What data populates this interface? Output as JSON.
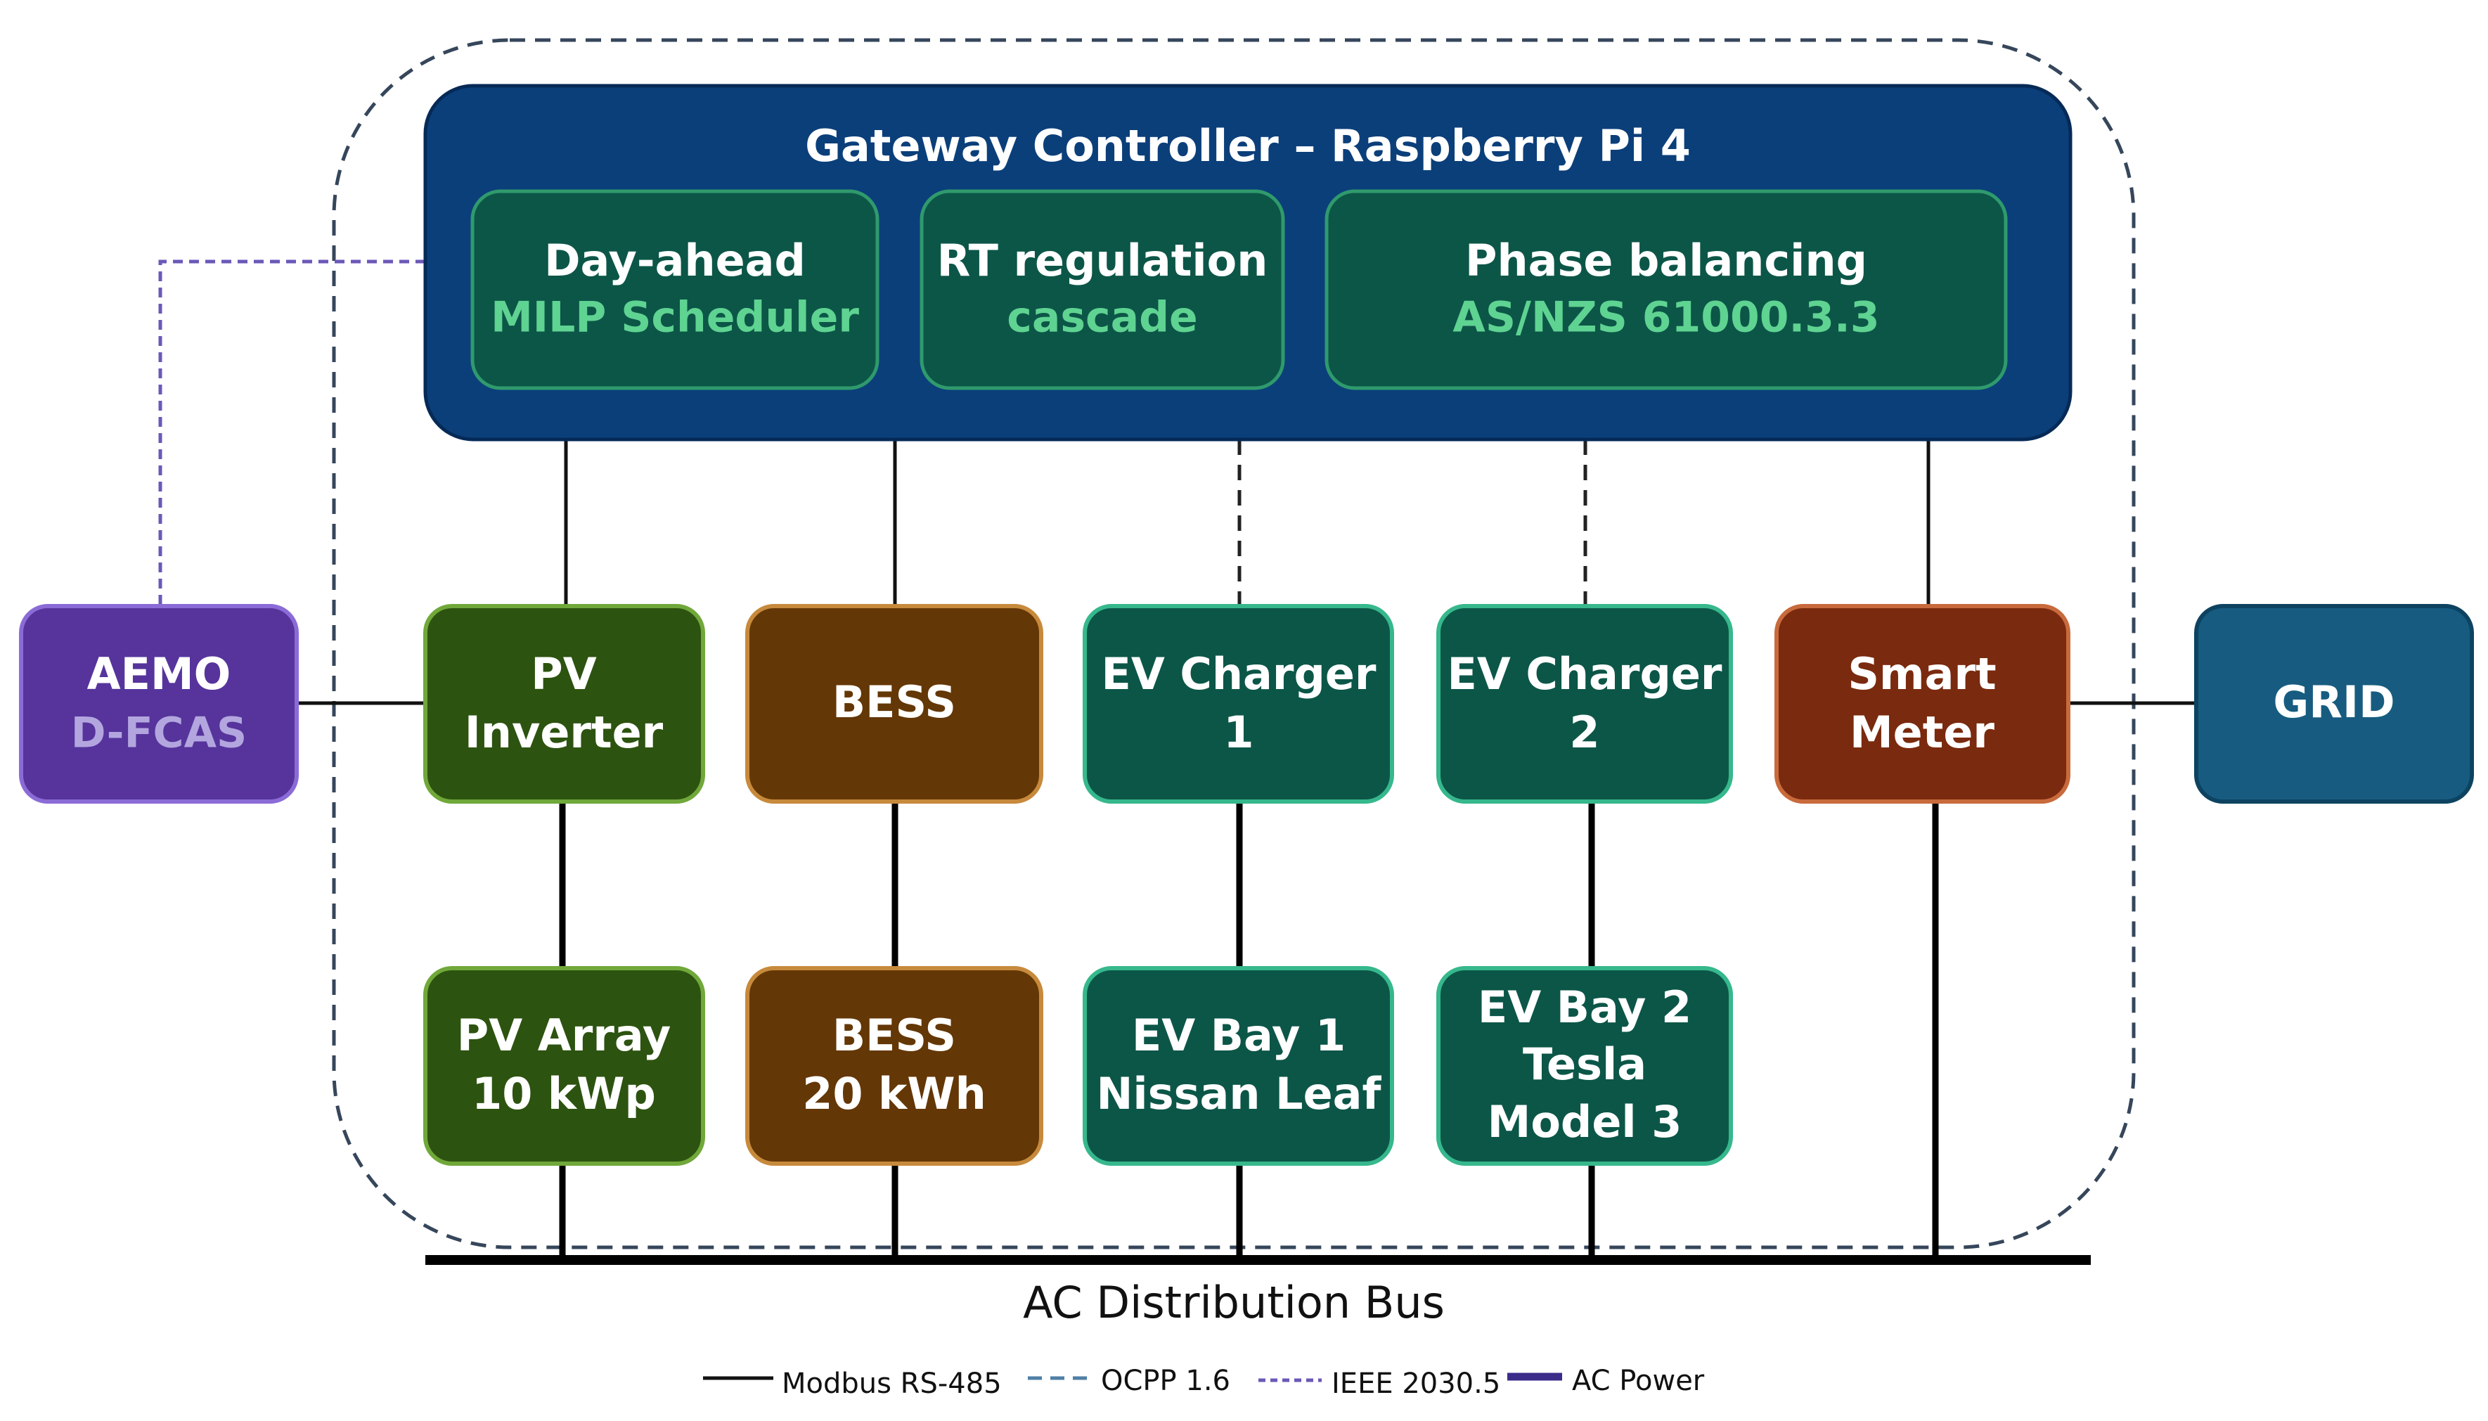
{
  "colors": {
    "gateway_fill": "#0b3f7a",
    "gateway_stroke": "#062a57",
    "module_fill": "#0c5648",
    "module_stroke": "#2f9a6c",
    "module_sub_text": "#5fd391",
    "pv_fill": "#2d5310",
    "pv_stroke": "#70a83a",
    "bess_fill": "#643706",
    "bess_stroke": "#c78a3c",
    "ev_fill": "#0c5648",
    "ev_stroke": "#36b88c",
    "meter_fill": "#7a2a0e",
    "meter_stroke": "#c86a3c",
    "grid_fill": "#175c80",
    "grid_stroke": "#0d4361",
    "aemo_fill": "#56349c",
    "aemo_stroke": "#8b6bd6",
    "aemo_sub_text": "#b3a6df",
    "ieee_link": "#6b58b8",
    "ocpp_link": "#4f7fa6",
    "boundary": "#36465b"
  },
  "gateway": {
    "title": "Gateway Controller – Raspberry Pi 4",
    "modules": [
      {
        "line1": "Day-ahead",
        "line2": "MILP Scheduler"
      },
      {
        "line1": "RT regulation",
        "line2": "cascade"
      },
      {
        "line1": "Phase balancing",
        "line2": "AS/NZS 61000.3.3"
      }
    ]
  },
  "aemo": {
    "line1": "AEMO",
    "line2": "D-FCAS"
  },
  "devices": {
    "pv_inverter": [
      "PV",
      "Inverter"
    ],
    "bess": [
      "BESS"
    ],
    "ev_charger_1": [
      "EV Charger",
      "1"
    ],
    "ev_charger_2": [
      "EV Charger",
      "2"
    ],
    "smart_meter": [
      "Smart",
      "Meter"
    ]
  },
  "grid": {
    "label": "GRID"
  },
  "assets": {
    "pv_array": [
      "PV Array",
      "10 kWp"
    ],
    "bess_pack": [
      "BESS",
      "20 kWh"
    ],
    "ev_bay_1": [
      "EV Bay 1",
      "Nissan Leaf"
    ],
    "ev_bay_2": [
      "EV Bay 2",
      "Tesla",
      "Model 3"
    ]
  },
  "bus": {
    "label": "AC Distribution Bus"
  },
  "legend": {
    "modbus": "Modbus RS-485",
    "ocpp": "OCPP 1.6",
    "ieee": "IEEE 2030.5",
    "ac": "AC Power"
  }
}
